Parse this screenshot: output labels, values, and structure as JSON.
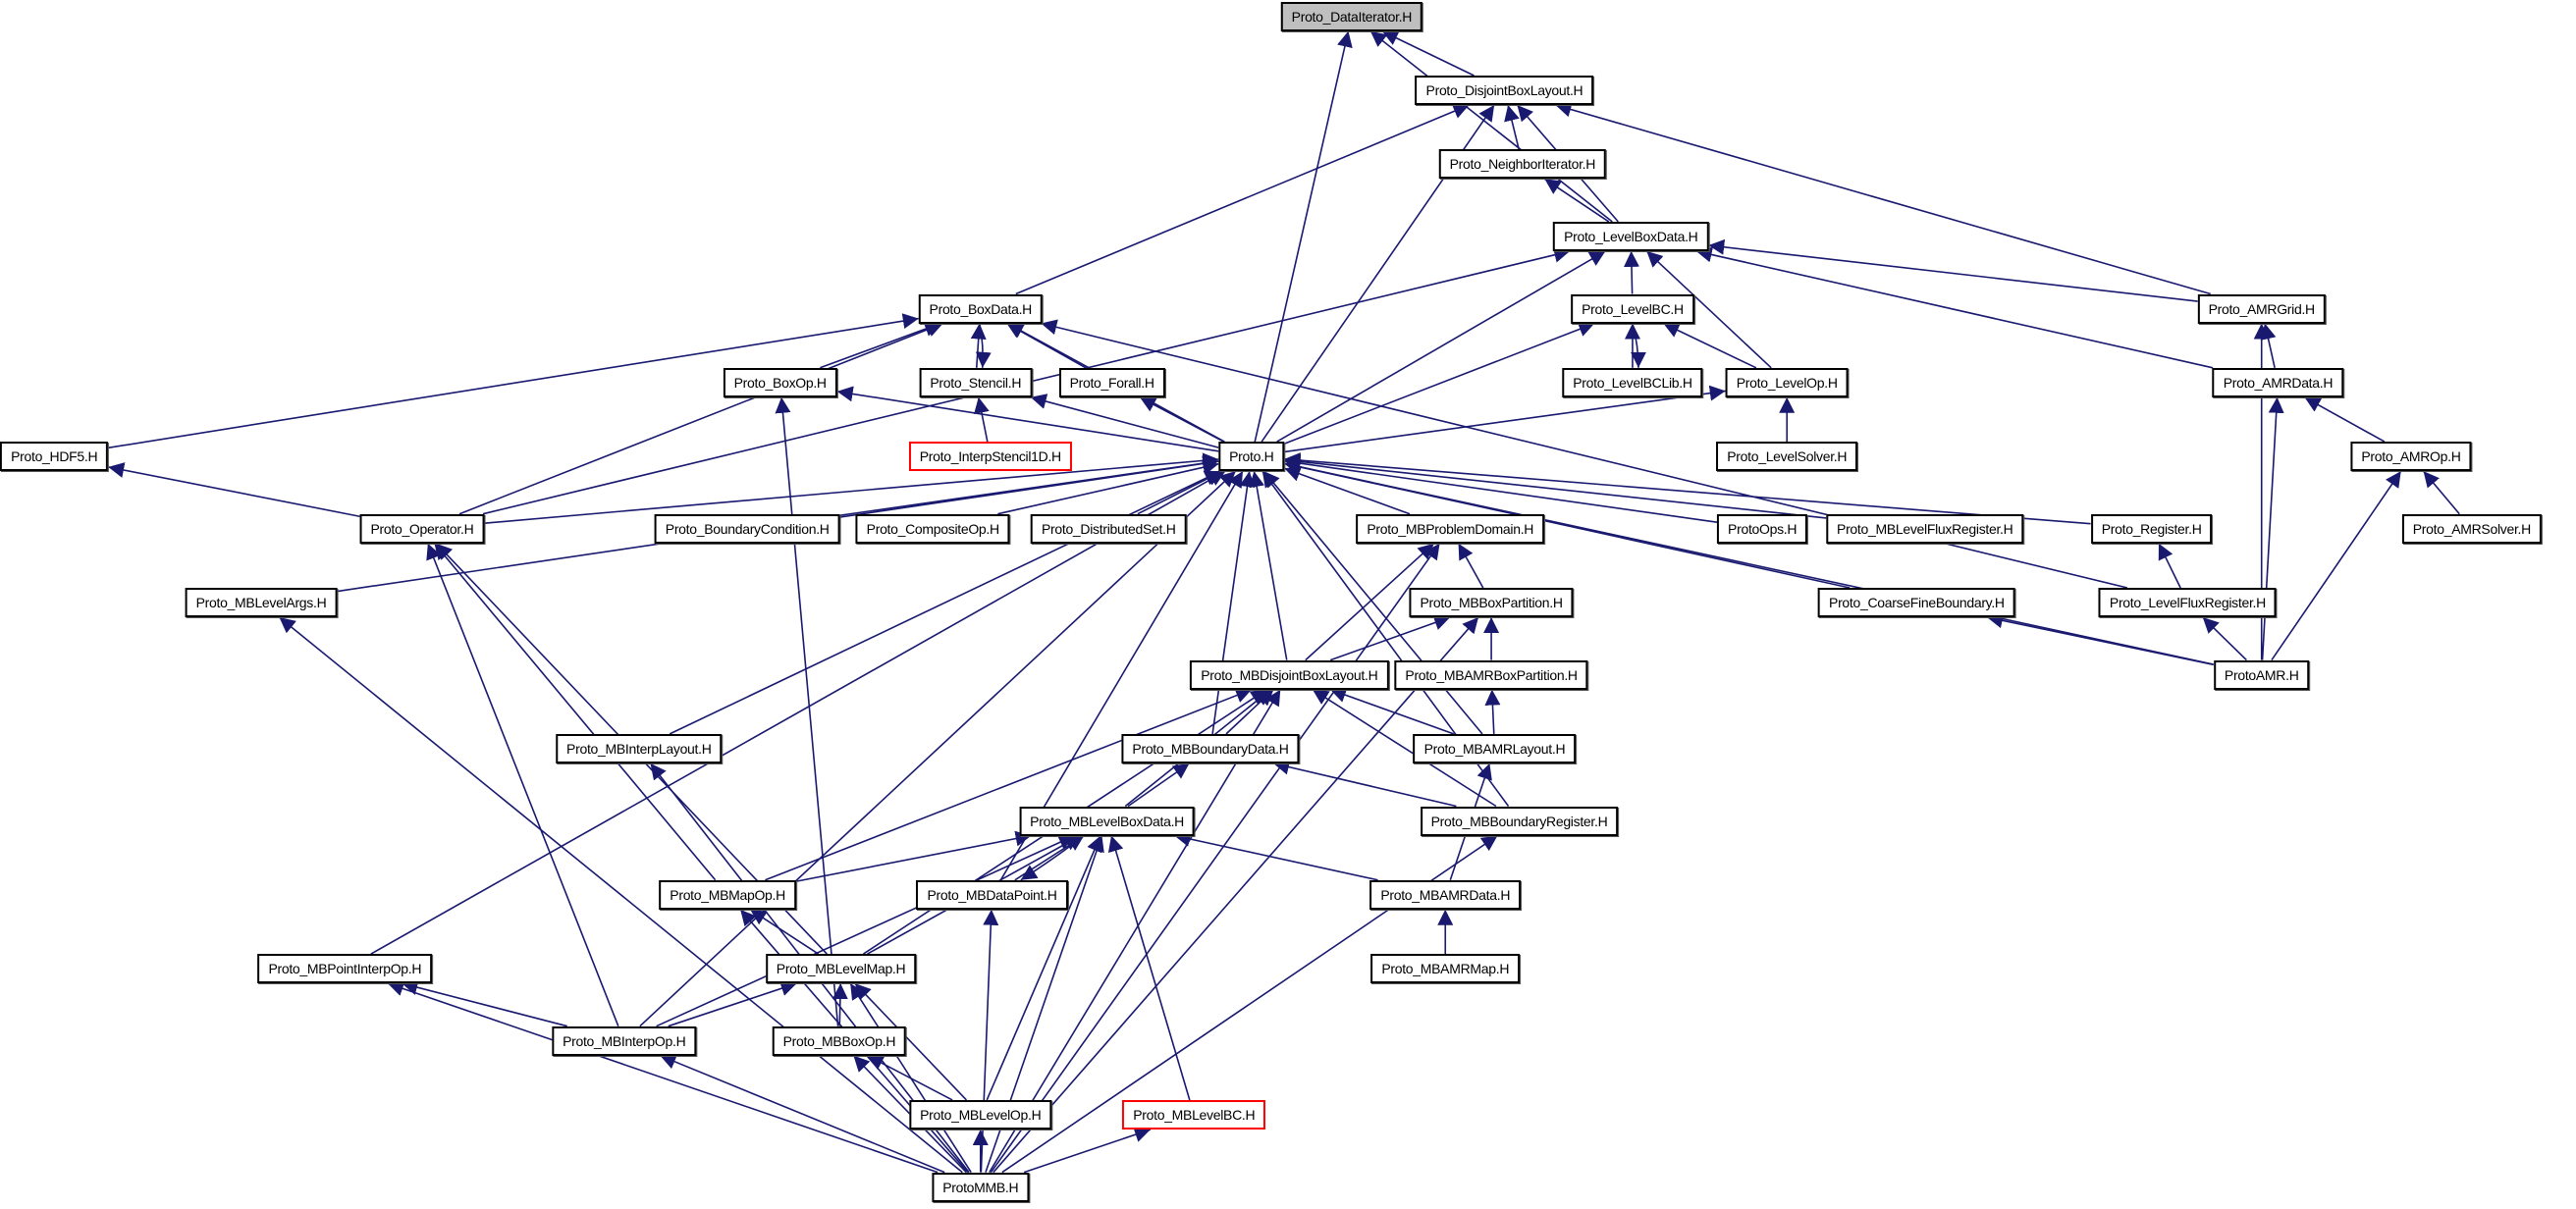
{
  "diagram": {
    "title": "Proto_DataIterator.H include dependency graph",
    "edge_color": "#191970",
    "nodes": [
      {
        "id": "DataIterator",
        "label": "Proto_DataIterator.H",
        "style": "root"
      },
      {
        "id": "DisjointBoxLayout",
        "label": "Proto_DisjointBoxLayout.H"
      },
      {
        "id": "NeighborIterator",
        "label": "Proto_NeighborIterator.H"
      },
      {
        "id": "LevelBoxData",
        "label": "Proto_LevelBoxData.H"
      },
      {
        "id": "BoxData",
        "label": "Proto_BoxData.H"
      },
      {
        "id": "LevelBC",
        "label": "Proto_LevelBC.H"
      },
      {
        "id": "AMRGrid",
        "label": "Proto_AMRGrid.H"
      },
      {
        "id": "BoxOp",
        "label": "Proto_BoxOp.H"
      },
      {
        "id": "Stencil",
        "label": "Proto_Stencil.H"
      },
      {
        "id": "Forall",
        "label": "Proto_Forall.H"
      },
      {
        "id": "LevelBCLib",
        "label": "Proto_LevelBCLib.H"
      },
      {
        "id": "LevelOp",
        "label": "Proto_LevelOp.H"
      },
      {
        "id": "AMRData",
        "label": "Proto_AMRData.H"
      },
      {
        "id": "HDF5",
        "label": "Proto_HDF5.H"
      },
      {
        "id": "InterpStencil1D",
        "label": "Proto_InterpStencil1D.H",
        "style": "red"
      },
      {
        "id": "Proto",
        "label": "Proto.H"
      },
      {
        "id": "LevelSolver",
        "label": "Proto_LevelSolver.H"
      },
      {
        "id": "AMROp",
        "label": "Proto_AMROp.H"
      },
      {
        "id": "Operator",
        "label": "Proto_Operator.H"
      },
      {
        "id": "BoundaryCondition",
        "label": "Proto_BoundaryCondition.H"
      },
      {
        "id": "CompositeOp",
        "label": "Proto_CompositeOp.H"
      },
      {
        "id": "DistributedSet",
        "label": "Proto_DistributedSet.H"
      },
      {
        "id": "MBProblemDomain",
        "label": "Proto_MBProblemDomain.H"
      },
      {
        "id": "ProtoOps",
        "label": "ProtoOps.H"
      },
      {
        "id": "MBLevelFluxRegister",
        "label": "Proto_MBLevelFluxRegister.H"
      },
      {
        "id": "Register",
        "label": "Proto_Register.H"
      },
      {
        "id": "AMRSolver",
        "label": "Proto_AMRSolver.H"
      },
      {
        "id": "MBLevelArgs",
        "label": "Proto_MBLevelArgs.H"
      },
      {
        "id": "MBBoxPartition",
        "label": "Proto_MBBoxPartition.H"
      },
      {
        "id": "CoarseFineBoundary",
        "label": "Proto_CoarseFineBoundary.H"
      },
      {
        "id": "LevelFluxRegister",
        "label": "Proto_LevelFluxRegister.H"
      },
      {
        "id": "MBDisjointBoxLayout",
        "label": "Proto_MBDisjointBoxLayout.H"
      },
      {
        "id": "MBAMRBoxPartition",
        "label": "Proto_MBAMRBoxPartition.H"
      },
      {
        "id": "ProtoAMR",
        "label": "ProtoAMR.H"
      },
      {
        "id": "MBInterpLayout",
        "label": "Proto_MBInterpLayout.H"
      },
      {
        "id": "MBBoundaryData",
        "label": "Proto_MBBoundaryData.H"
      },
      {
        "id": "MBAMRLayout",
        "label": "Proto_MBAMRLayout.H"
      },
      {
        "id": "MBLevelBoxData",
        "label": "Proto_MBLevelBoxData.H"
      },
      {
        "id": "MBBoundaryRegister",
        "label": "Proto_MBBoundaryRegister.H"
      },
      {
        "id": "MBMapOp",
        "label": "Proto_MBMapOp.H"
      },
      {
        "id": "MBDataPoint",
        "label": "Proto_MBDataPoint.H"
      },
      {
        "id": "MBAMRData",
        "label": "Proto_MBAMRData.H"
      },
      {
        "id": "MBPointInterpOp",
        "label": "Proto_MBPointInterpOp.H"
      },
      {
        "id": "MBLevelMap",
        "label": "Proto_MBLevelMap.H"
      },
      {
        "id": "MBAMRMap",
        "label": "Proto_MBAMRMap.H"
      },
      {
        "id": "MBInterpOp",
        "label": "Proto_MBInterpOp.H"
      },
      {
        "id": "MBBoxOp",
        "label": "Proto_MBBoxOp.H"
      },
      {
        "id": "MBLevelOp",
        "label": "Proto_MBLevelOp.H"
      },
      {
        "id": "MBLevelBC",
        "label": "Proto_MBLevelBC.H",
        "style": "red"
      },
      {
        "id": "ProtoMMB",
        "label": "ProtoMMB.H"
      }
    ],
    "edges": [
      [
        "DataIterator",
        "DisjointBoxLayout"
      ],
      [
        "DataIterator",
        "LevelBoxData"
      ],
      [
        "DataIterator",
        "Proto"
      ],
      [
        "DisjointBoxLayout",
        "NeighborIterator"
      ],
      [
        "DisjointBoxLayout",
        "LevelBoxData"
      ],
      [
        "DisjointBoxLayout",
        "BoxData"
      ],
      [
        "DisjointBoxLayout",
        "Proto"
      ],
      [
        "DisjointBoxLayout",
        "AMRGrid"
      ],
      [
        "NeighborIterator",
        "LevelBoxData"
      ],
      [
        "LevelBoxData",
        "LevelBC"
      ],
      [
        "LevelBoxData",
        "LevelOp"
      ],
      [
        "LevelBoxData",
        "AMRGrid"
      ],
      [
        "LevelBoxData",
        "AMRData"
      ],
      [
        "LevelBoxData",
        "Proto"
      ],
      [
        "LevelBoxData",
        "Operator"
      ],
      [
        "BoxData",
        "BoxOp"
      ],
      [
        "BoxData",
        "Stencil"
      ],
      [
        "BoxData",
        "Forall"
      ],
      [
        "BoxData",
        "HDF5"
      ],
      [
        "BoxData",
        "Proto"
      ],
      [
        "BoxData",
        "Operator"
      ],
      [
        "BoxData",
        "LevelFluxRegister"
      ],
      [
        "Stencil",
        "BoxData"
      ],
      [
        "Stencil",
        "InterpStencil1D"
      ],
      [
        "Stencil",
        "Proto"
      ],
      [
        "Forall",
        "Proto"
      ],
      [
        "BoxOp",
        "Proto"
      ],
      [
        "BoxOp",
        "MBBoxOp"
      ],
      [
        "LevelBC",
        "LevelBCLib"
      ],
      [
        "LevelBCLib",
        "LevelBC"
      ],
      [
        "LevelBC",
        "LevelOp"
      ],
      [
        "LevelBC",
        "Proto"
      ],
      [
        "LevelOp",
        "LevelSolver"
      ],
      [
        "LevelOp",
        "Proto"
      ],
      [
        "AMRGrid",
        "AMRData"
      ],
      [
        "AMRGrid",
        "ProtoAMR"
      ],
      [
        "AMRData",
        "AMROp"
      ],
      [
        "AMRData",
        "ProtoAMR"
      ],
      [
        "AMROp",
        "AMRSolver"
      ],
      [
        "AMROp",
        "ProtoAMR"
      ],
      [
        "HDF5",
        "Operator"
      ],
      [
        "Proto",
        "Operator"
      ],
      [
        "Proto",
        "BoundaryCondition"
      ],
      [
        "Proto",
        "CompositeOp"
      ],
      [
        "Proto",
        "DistributedSet"
      ],
      [
        "Proto",
        "MBProblemDomain"
      ],
      [
        "Proto",
        "ProtoOps"
      ],
      [
        "Proto",
        "MBLevelFluxRegister"
      ],
      [
        "Proto",
        "Register"
      ],
      [
        "Proto",
        "CoarseFineBoundary"
      ],
      [
        "Proto",
        "ProtoAMR"
      ],
      [
        "Proto",
        "MBLevelArgs"
      ],
      [
        "Proto",
        "MBInterpLayout"
      ],
      [
        "Proto",
        "MBDisjointBoxLayout"
      ],
      [
        "Proto",
        "MBBoundaryData"
      ],
      [
        "Proto",
        "MBAMRLayout"
      ],
      [
        "Proto",
        "MBBoundaryRegister"
      ],
      [
        "Proto",
        "MBDataPoint"
      ],
      [
        "Proto",
        "MBInterpOp"
      ],
      [
        "Proto",
        "MBPointInterpOp"
      ],
      [
        "Register",
        "LevelFluxRegister"
      ],
      [
        "LevelFluxRegister",
        "ProtoAMR"
      ],
      [
        "CoarseFineBoundary",
        "ProtoAMR"
      ],
      [
        "Operator",
        "MBMapOp"
      ],
      [
        "Operator",
        "MBLevelMap"
      ],
      [
        "Operator",
        "MBInterpOp"
      ],
      [
        "MBProblemDomain",
        "MBBoxPartition"
      ],
      [
        "MBProblemDomain",
        "MBDisjointBoxLayout"
      ],
      [
        "MBProblemDomain",
        "ProtoMMB"
      ],
      [
        "MBBoxPartition",
        "MBDisjointBoxLayout"
      ],
      [
        "MBBoxPartition",
        "MBAMRBoxPartition"
      ],
      [
        "MBBoxPartition",
        "ProtoMMB"
      ],
      [
        "MBAMRBoxPartition",
        "MBAMRLayout"
      ],
      [
        "MBDisjointBoxLayout",
        "MBBoundaryData"
      ],
      [
        "MBDisjointBoxLayout",
        "MBAMRLayout"
      ],
      [
        "MBDisjointBoxLayout",
        "MBBoundaryRegister"
      ],
      [
        "MBDisjointBoxLayout",
        "MBLevelBoxData"
      ],
      [
        "MBDisjointBoxLayout",
        "MBMapOp"
      ],
      [
        "MBDisjointBoxLayout",
        "MBLevelMap"
      ],
      [
        "MBDisjointBoxLayout",
        "ProtoMMB"
      ],
      [
        "MBBoundaryData",
        "MBLevelBoxData"
      ],
      [
        "MBBoundaryData",
        "MBBoundaryRegister"
      ],
      [
        "MBAMRLayout",
        "MBAMRData"
      ],
      [
        "MBLevelBoxData",
        "MBMapOp"
      ],
      [
        "MBLevelBoxData",
        "MBDataPoint"
      ],
      [
        "MBDataPoint",
        "MBLevelBoxData"
      ],
      [
        "MBLevelBoxData",
        "MBAMRData"
      ],
      [
        "MBLevelBoxData",
        "MBLevelMap"
      ],
      [
        "MBLevelBoxData",
        "MBInterpOp"
      ],
      [
        "MBLevelBoxData",
        "MBLevelOp"
      ],
      [
        "MBLevelBoxData",
        "MBLevelBC"
      ],
      [
        "MBLevelBoxData",
        "ProtoMMB"
      ],
      [
        "MBBoundaryRegister",
        "ProtoMMB"
      ],
      [
        "MBAMRData",
        "MBAMRMap"
      ],
      [
        "MBInterpLayout",
        "ProtoMMB"
      ],
      [
        "MBLevelArgs",
        "ProtoMMB"
      ],
      [
        "MBMapOp",
        "MBLevelMap"
      ],
      [
        "MBMapOp",
        "ProtoMMB"
      ],
      [
        "MBDataPoint",
        "ProtoMMB"
      ],
      [
        "MBPointInterpOp",
        "MBInterpOp"
      ],
      [
        "MBPointInterpOp",
        "ProtoMMB"
      ],
      [
        "MBLevelMap",
        "MBInterpOp"
      ],
      [
        "MBLevelMap",
        "MBBoxOp"
      ],
      [
        "MBLevelMap",
        "MBLevelOp"
      ],
      [
        "MBLevelMap",
        "ProtoMMB"
      ],
      [
        "MBInterpOp",
        "ProtoMMB"
      ],
      [
        "MBBoxOp",
        "MBLevelOp"
      ],
      [
        "MBBoxOp",
        "ProtoMMB"
      ],
      [
        "MBLevelOp",
        "ProtoMMB"
      ],
      [
        "MBLevelBC",
        "ProtoMMB"
      ]
    ]
  }
}
